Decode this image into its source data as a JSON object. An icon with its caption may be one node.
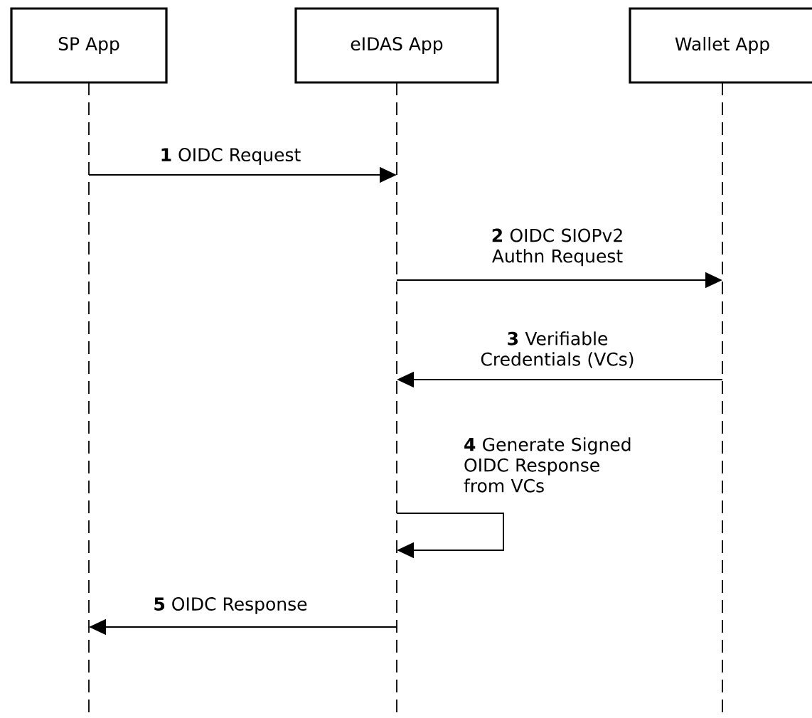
{
  "diagram": {
    "nodes": [
      {
        "text": [
          "SP App"
        ]
      },
      {
        "text": [
          "eIDAS App"
        ]
      },
      {
        "text": [
          "Wallet App"
        ]
      }
    ],
    "edges": [
      {
        "from": 0,
        "to": 1,
        "arrow": "to",
        "label": "**1** OIDC Request"
      },
      {
        "from": 1,
        "to": 2,
        "arrow": "to",
        "label": "**2** OIDC SIOPv2 Authn Request"
      },
      {
        "from": 2,
        "to": 1,
        "arrow": "to",
        "label": "**3** Verifiable Credentials (VCs)"
      },
      {
        "from": 1,
        "to": 1,
        "arrow": "to",
        "label": "**4** Generate Signed OIDC Response from VCs"
      },
      {
        "from": 1,
        "to": 0,
        "arrow": "to",
        "label": "**5** OIDC Response"
      }
    ]
  }
}
